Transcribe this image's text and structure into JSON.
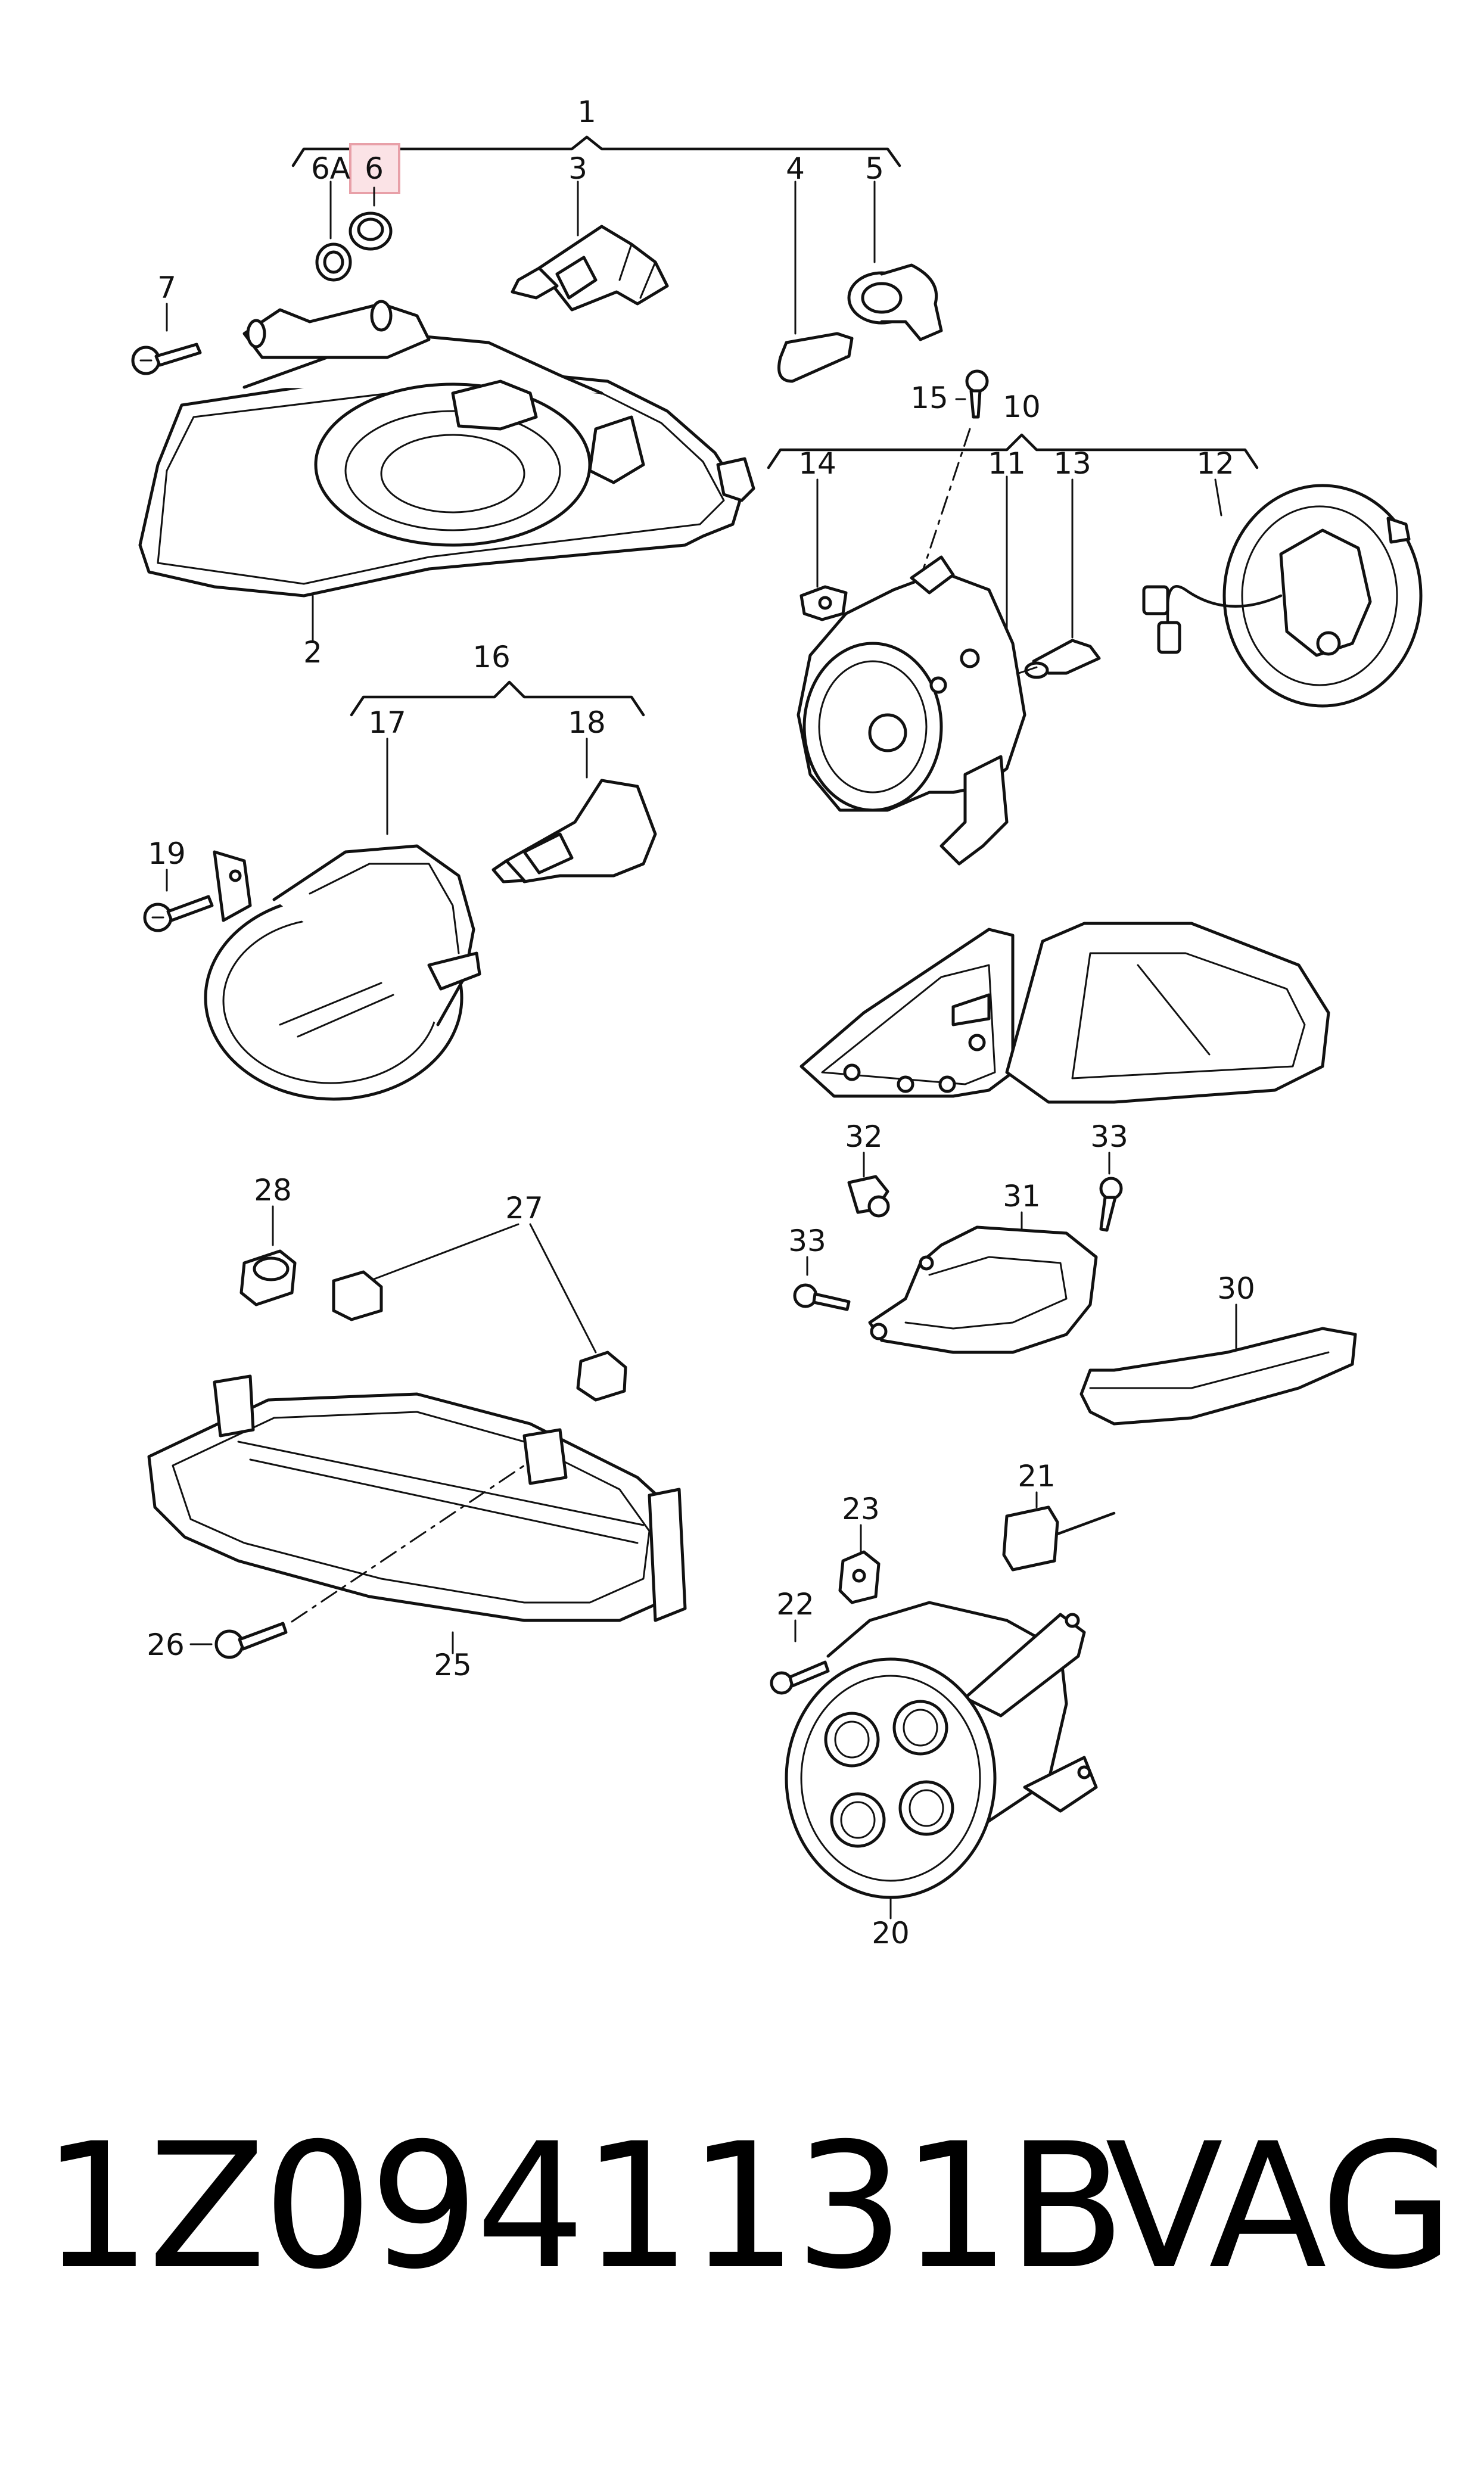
{
  "callouts": {
    "c1": "1",
    "c2": "2",
    "c3": "3",
    "c4": "4",
    "c5": "5",
    "c6a": "6A",
    "c6": "6",
    "c7": "7",
    "c10": "10",
    "c11": "11",
    "c12": "12",
    "c13": "13",
    "c14": "14",
    "c15": "15",
    "c16": "16",
    "c17": "17",
    "c18": "18",
    "c19": "19",
    "c20": "20",
    "c21": "21",
    "c22": "22",
    "c23": "23",
    "c25": "25",
    "c26": "26",
    "c27": "27",
    "c28": "28",
    "c30": "30",
    "c31": "31",
    "c32": "32",
    "c33a": "33",
    "c33b": "33"
  },
  "highlight_color": "#e8a0a8",
  "footer": {
    "part_number": "1Z0941131B",
    "brand": "VAG"
  }
}
